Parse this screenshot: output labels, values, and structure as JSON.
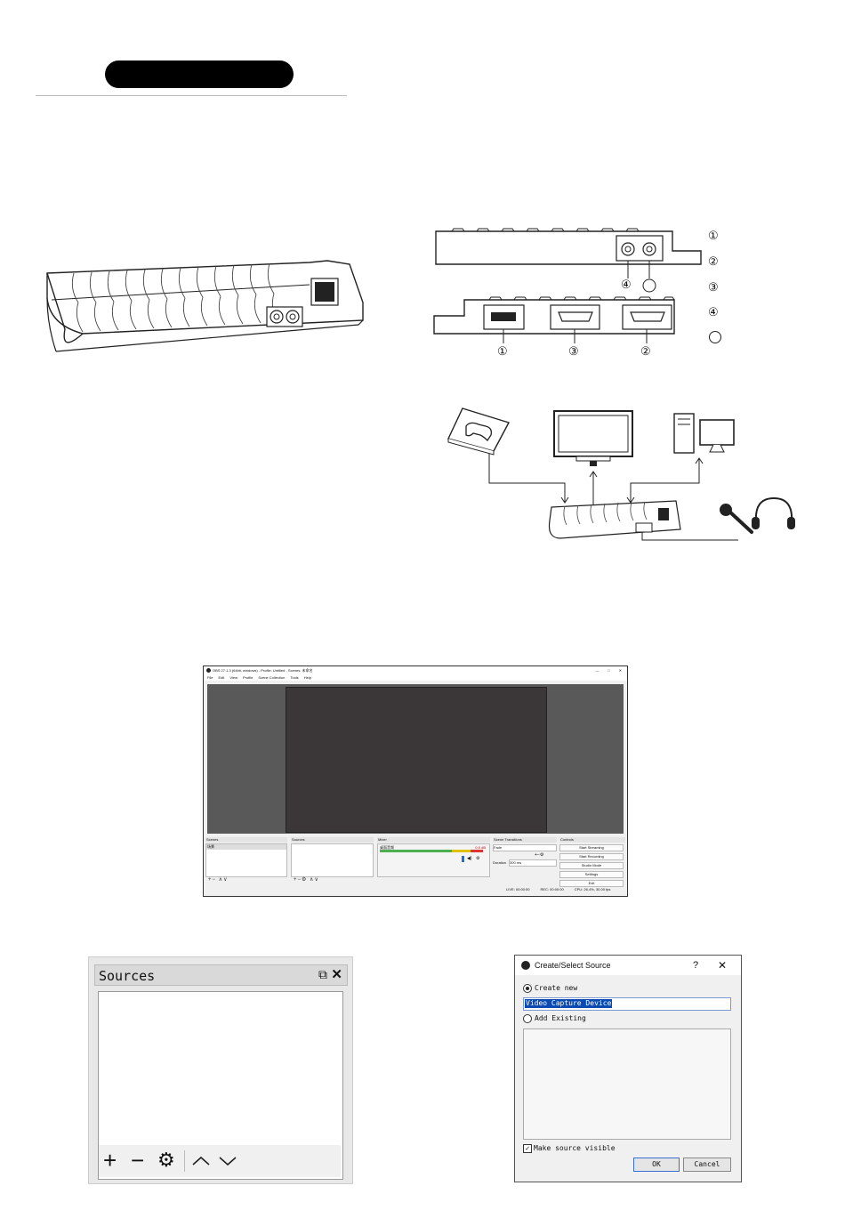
{
  "device_ports": {
    "top_view_labels": [
      "④"
    ],
    "front_view_labels": [
      "①",
      "③",
      "②"
    ],
    "legend_numbers": [
      "①",
      "②",
      "③",
      "④"
    ]
  },
  "obs_window": {
    "title": "OBS 27.1.3 (64bit, windows) - Profile: Untitled - Scenes: 未命名",
    "menu": [
      "File",
      "Edit",
      "View",
      "Profile",
      "Scene Collection",
      "Tools",
      "Help"
    ],
    "window_controls": [
      "—",
      "□",
      "✕"
    ],
    "docks": {
      "scenes": {
        "title": "Scenes",
        "item": "场景"
      },
      "sources": {
        "title": "Sources"
      },
      "mixer": {
        "title": "Mixer",
        "channel": "桌面音频",
        "level": "0.0 dB"
      },
      "transitions": {
        "title": "Scene Transitions",
        "transition": "Fade",
        "duration_label": "Duration",
        "duration_value": "300 ms"
      },
      "controls": {
        "title": "Controls",
        "buttons": [
          "Start Streaming",
          "Start Recording",
          "Studio Mode",
          "Settings",
          "Exit"
        ]
      }
    },
    "status": [
      "LIVE: 00:00:00",
      "REC: 00:00:00",
      "CPU: 26.4%, 30.00 fps"
    ]
  },
  "sources_panel": {
    "title": "Sources",
    "toolbar_icons": [
      "plus-icon",
      "minus-icon",
      "gear-icon",
      "chevron-up-icon",
      "chevron-down-icon"
    ]
  },
  "create_select_dialog": {
    "title": "Create/Select Source",
    "help": "?",
    "close": "✕",
    "create_new_label": "Create new",
    "name_value": "Video Capture Device",
    "add_existing_label": "Add Existing",
    "visible_label": "Make source visible",
    "ok_label": "OK",
    "cancel_label": "Cancel"
  }
}
